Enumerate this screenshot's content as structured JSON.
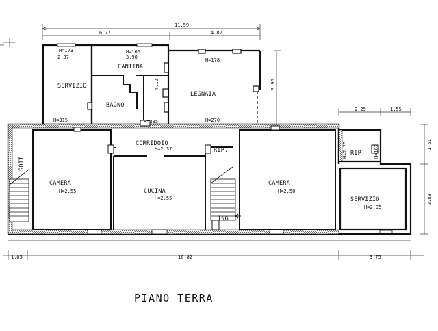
{
  "title": "PIANO TERRA",
  "dimensions": {
    "top_total": "11.59",
    "top_left": "6.77",
    "top_right": "4.82",
    "servizio_width": "2.37",
    "cantina_width": "3.90",
    "cantina_height": "4.12",
    "legnaia_height": "3.96",
    "annex_left": "2.25",
    "annex_right": "1.55",
    "annex_height_small": "1.61",
    "annex_height_large": "3.88",
    "rip_height": "H=2.25",
    "bottom_left": "1.05",
    "bottom_mid": "16.82",
    "bottom_right": "3.75"
  },
  "rooms": {
    "servizio_top": {
      "name": "SERVIZIO",
      "height_top": "H=173",
      "height_bottom": "H=315"
    },
    "cantina": {
      "name": "CANTINA",
      "height": "H=165"
    },
    "bagno": {
      "name": "BAGNO",
      "height": "H=285"
    },
    "legnaia": {
      "name": "LEGNAIA",
      "height_top": "H=178",
      "height_bottom": "H=270"
    },
    "corridoio": {
      "name": "CORRIDOIO",
      "height": "H=2.37"
    },
    "rip_left": {
      "name": "RIP."
    },
    "sott": {
      "name": "SOTT."
    },
    "camera_left": {
      "name": "CAMERA",
      "height": "H=2.55"
    },
    "cucina": {
      "name": "CUCINA",
      "height": "H=2.55"
    },
    "ing": {
      "name": "ING"
    },
    "camera_right": {
      "name": "CAMERA",
      "height": "H=2.50"
    },
    "rip_right": {
      "name": "RIP.",
      "height": "H=182"
    },
    "servizio_right": {
      "name": "SERVIZIO",
      "height": "H=2.95"
    }
  }
}
